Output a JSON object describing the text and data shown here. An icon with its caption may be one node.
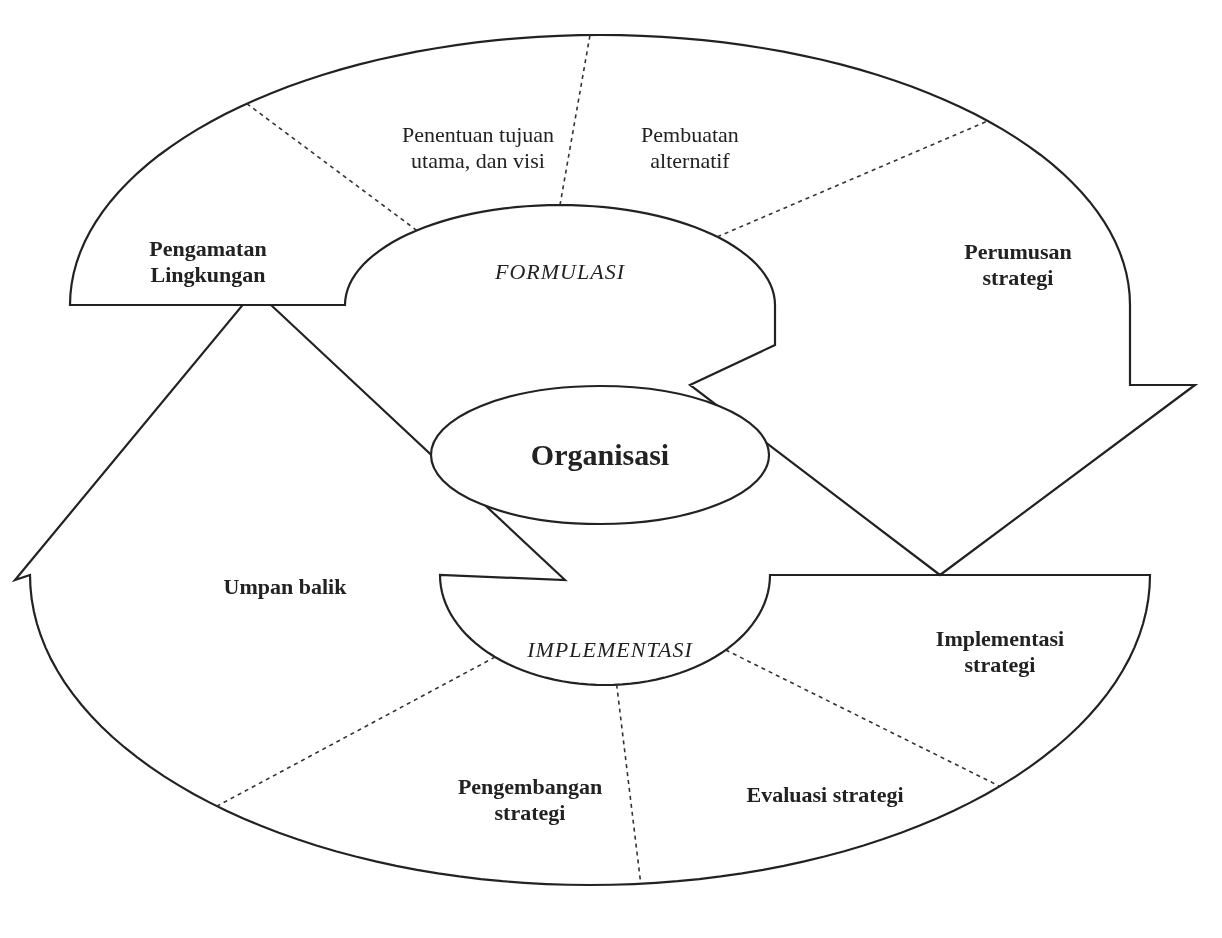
{
  "diagram": {
    "nodes": [
      {
        "text": [
          "FORMULASI"
        ]
      },
      {
        "text": [
          "Pengamatan Lingkungan"
        ],
        "in": 0
      },
      {
        "text": [
          "Penentuan tujuan utama, dan visi"
        ],
        "in": 0
      },
      {
        "text": [
          "Pembuatan alternatif"
        ],
        "in": 0
      },
      {
        "text": [
          "Perumusan strategi"
        ],
        "in": 0
      },
      {
        "text": [
          "IMPLEMENTASI"
        ]
      },
      {
        "text": [
          "Implementasi strategi"
        ],
        "in": 5
      },
      {
        "text": [
          "Evaluasi strategi"
        ],
        "in": 5
      },
      {
        "text": [
          "Pengembangan strategi"
        ],
        "in": 5
      },
      {
        "text": [
          "Umpan balik"
        ],
        "in": 5
      },
      {
        "text": [
          "Organisasi"
        ]
      }
    ]
  }
}
